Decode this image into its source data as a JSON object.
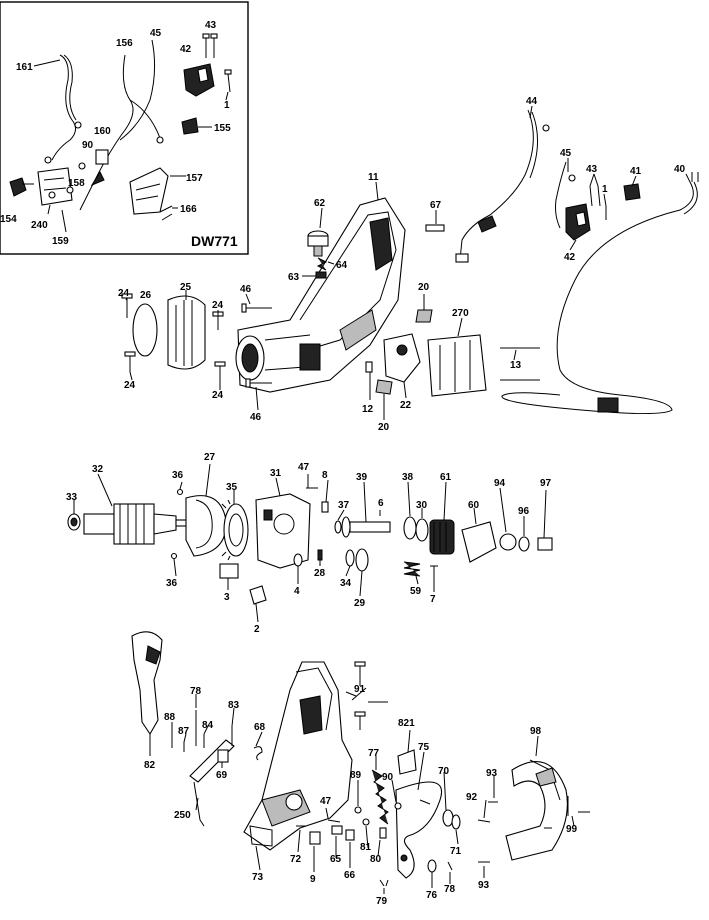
{
  "inset": {
    "model": "DW771",
    "labels": [
      "161",
      "156",
      "45",
      "43",
      "42",
      "1",
      "160",
      "90",
      "155",
      "158",
      "157",
      "154",
      "240",
      "166",
      "159"
    ]
  },
  "diagram": {
    "labels": [
      "44",
      "45",
      "43",
      "1",
      "41",
      "40",
      "42",
      "11",
      "62",
      "64",
      "63",
      "67",
      "24",
      "26",
      "25",
      "24",
      "46",
      "20",
      "270",
      "24",
      "24",
      "46",
      "12",
      "20",
      "22",
      "13",
      "32",
      "27",
      "36",
      "31",
      "47",
      "8",
      "39",
      "38",
      "61",
      "94",
      "97",
      "33",
      "35",
      "6",
      "37",
      "30",
      "60",
      "96",
      "36",
      "3",
      "2",
      "28",
      "4",
      "34",
      "29",
      "59",
      "7",
      "91",
      "78",
      "83",
      "88",
      "87",
      "84",
      "68",
      "82",
      "69",
      "250",
      "821",
      "77",
      "75",
      "98",
      "70",
      "89",
      "90",
      "93",
      "47",
      "92",
      "81",
      "71",
      "99",
      "72",
      "9",
      "65",
      "66",
      "80",
      "76",
      "78",
      "73",
      "79",
      "93"
    ]
  }
}
